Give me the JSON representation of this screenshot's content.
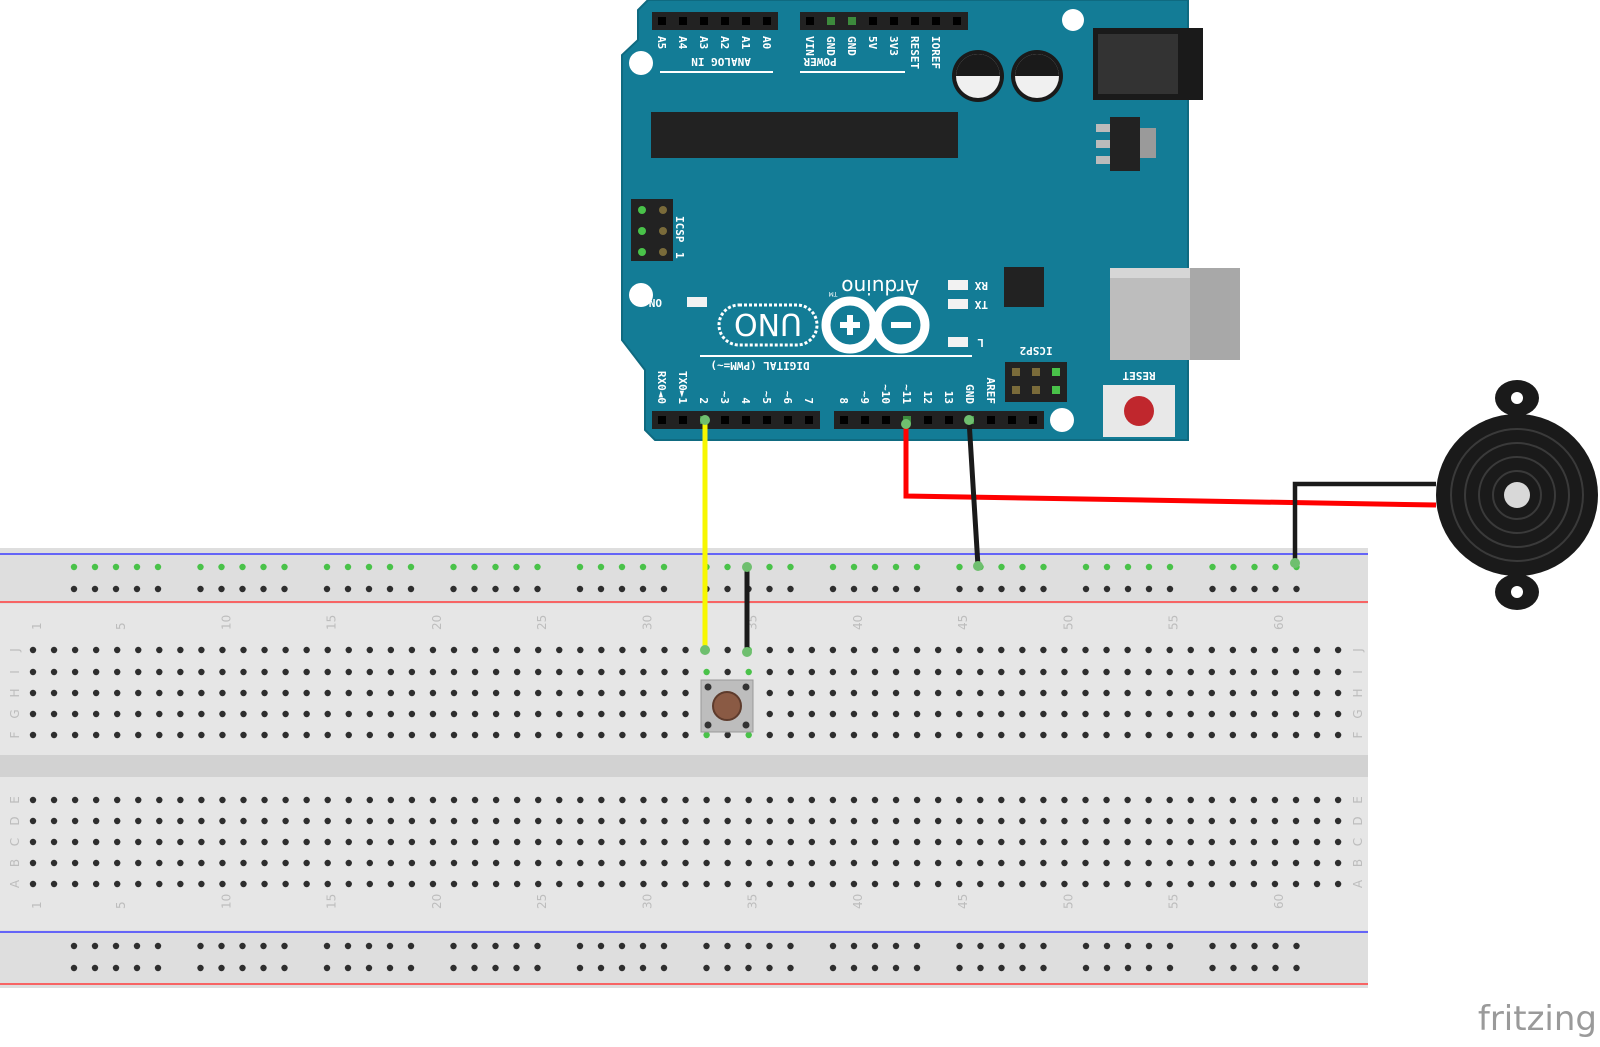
{
  "arduino": {
    "brand": "Arduino",
    "tm": "TM",
    "model": "UNO",
    "analog_header": "ANALOG IN",
    "power_header": "POWER",
    "digital_header": "DIGITAL (PWM=~)",
    "icsp_label": "ICSP",
    "icsp2_label": "ICSP2",
    "icsp_pin1": "1",
    "on_label": "ON",
    "rx_label": "RX",
    "tx_label": "TX",
    "l_label": "L",
    "reset_label": "RESET",
    "analog_pins": [
      "A5",
      "A4",
      "A3",
      "A2",
      "A1",
      "A0"
    ],
    "power_pins": [
      "VIN",
      "GND",
      "GND",
      "5V",
      "3V3",
      "RESET",
      "IOREF"
    ],
    "digital_pins_left": [
      "RX0◄0",
      "TX0►1",
      "2",
      "~3",
      "4",
      "~5",
      "~6",
      "7"
    ],
    "digital_pins_right": [
      "8",
      "~9",
      "~10",
      "~11",
      "12",
      "13",
      "GND",
      "AREF"
    ]
  },
  "breadboard": {
    "column_numbers": [
      "1",
      "5",
      "10",
      "15",
      "20",
      "25",
      "30",
      "35",
      "40",
      "45",
      "50",
      "55",
      "60"
    ],
    "top_rows": [
      "J",
      "I",
      "H",
      "G",
      "F"
    ],
    "bottom_rows": [
      "E",
      "D",
      "C",
      "B",
      "A"
    ]
  },
  "wires": {
    "signal_color": "#f7f700",
    "power_color": "#ff0000",
    "ground_color": "#1a1a1a"
  },
  "watermark": "fritzing"
}
